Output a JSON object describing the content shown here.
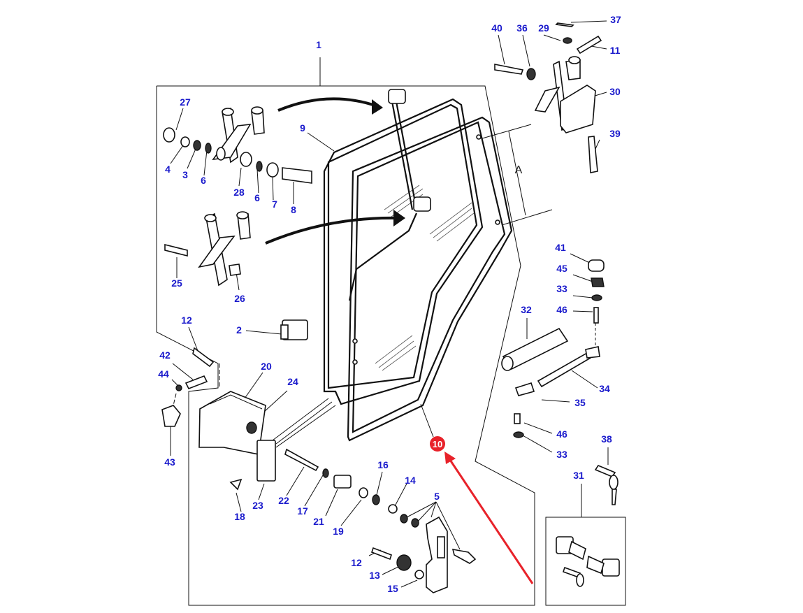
{
  "diagram": {
    "title": "Cab door assembly exploded parts diagram",
    "highlight_color": "#e8222a",
    "callout_color": "#1a1acc",
    "highlighted_part": "10",
    "dimension_label": "A",
    "callouts": [
      {
        "id": "1",
        "label": "1"
      },
      {
        "id": "27",
        "label": "27"
      },
      {
        "id": "4",
        "label": "4"
      },
      {
        "id": "3",
        "label": "3"
      },
      {
        "id": "6a",
        "label": "6"
      },
      {
        "id": "28",
        "label": "28"
      },
      {
        "id": "6b",
        "label": "6"
      },
      {
        "id": "7",
        "label": "7"
      },
      {
        "id": "8",
        "label": "8"
      },
      {
        "id": "9",
        "label": "9"
      },
      {
        "id": "25",
        "label": "25"
      },
      {
        "id": "26",
        "label": "26"
      },
      {
        "id": "2",
        "label": "2"
      },
      {
        "id": "12a",
        "label": "12"
      },
      {
        "id": "42",
        "label": "42"
      },
      {
        "id": "44",
        "label": "44"
      },
      {
        "id": "43",
        "label": "43"
      },
      {
        "id": "20",
        "label": "20"
      },
      {
        "id": "24",
        "label": "24"
      },
      {
        "id": "23",
        "label": "23"
      },
      {
        "id": "18",
        "label": "18"
      },
      {
        "id": "22",
        "label": "22"
      },
      {
        "id": "17",
        "label": "17"
      },
      {
        "id": "21",
        "label": "21"
      },
      {
        "id": "19",
        "label": "19"
      },
      {
        "id": "16",
        "label": "16"
      },
      {
        "id": "14",
        "label": "14"
      },
      {
        "id": "5",
        "label": "5"
      },
      {
        "id": "12b",
        "label": "12"
      },
      {
        "id": "13",
        "label": "13"
      },
      {
        "id": "15",
        "label": "15"
      },
      {
        "id": "10",
        "label": "10"
      },
      {
        "id": "40",
        "label": "40"
      },
      {
        "id": "36",
        "label": "36"
      },
      {
        "id": "29",
        "label": "29"
      },
      {
        "id": "37",
        "label": "37"
      },
      {
        "id": "11",
        "label": "11"
      },
      {
        "id": "30",
        "label": "30"
      },
      {
        "id": "39",
        "label": "39"
      },
      {
        "id": "41",
        "label": "41"
      },
      {
        "id": "45",
        "label": "45"
      },
      {
        "id": "33a",
        "label": "33"
      },
      {
        "id": "46a",
        "label": "46"
      },
      {
        "id": "32",
        "label": "32"
      },
      {
        "id": "34",
        "label": "34"
      },
      {
        "id": "35",
        "label": "35"
      },
      {
        "id": "46b",
        "label": "46"
      },
      {
        "id": "33b",
        "label": "33"
      },
      {
        "id": "38",
        "label": "38"
      },
      {
        "id": "31",
        "label": "31"
      }
    ]
  }
}
